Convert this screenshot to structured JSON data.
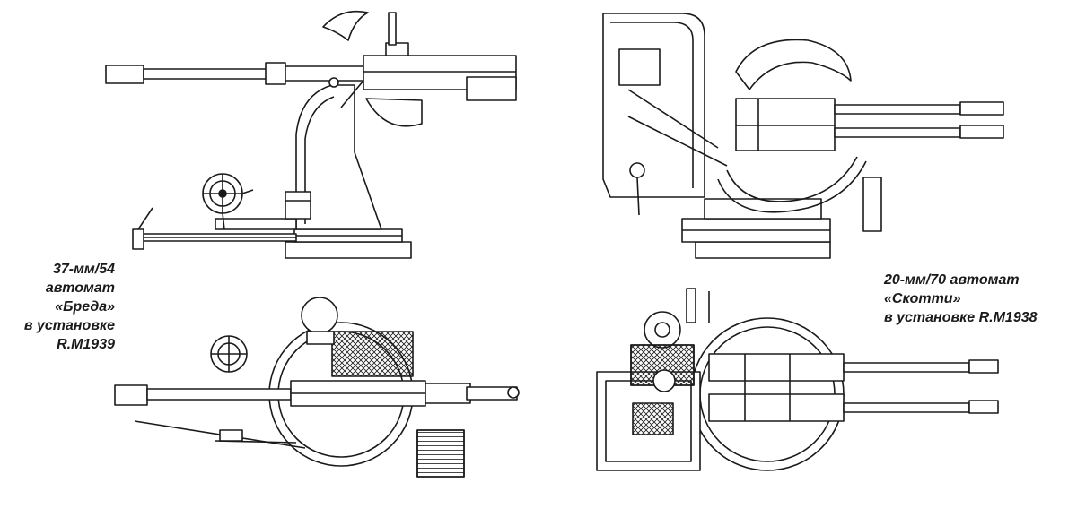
{
  "captions": {
    "breda": {
      "line1": "37-мм/54",
      "line2": "автомат",
      "line3": "«Бреда»",
      "line4": "в установке",
      "line5": "R.M1939"
    },
    "scotti": {
      "line1": "20-мм/70 автомат",
      "line2": "«Скотти»",
      "line3": "в установке R.M1938"
    }
  },
  "colors": {
    "background": "#ffffff",
    "ink": "#1a1a1a"
  },
  "views": [
    "breda-side-view",
    "breda-top-view",
    "scotti-side-view",
    "scotti-top-view"
  ]
}
